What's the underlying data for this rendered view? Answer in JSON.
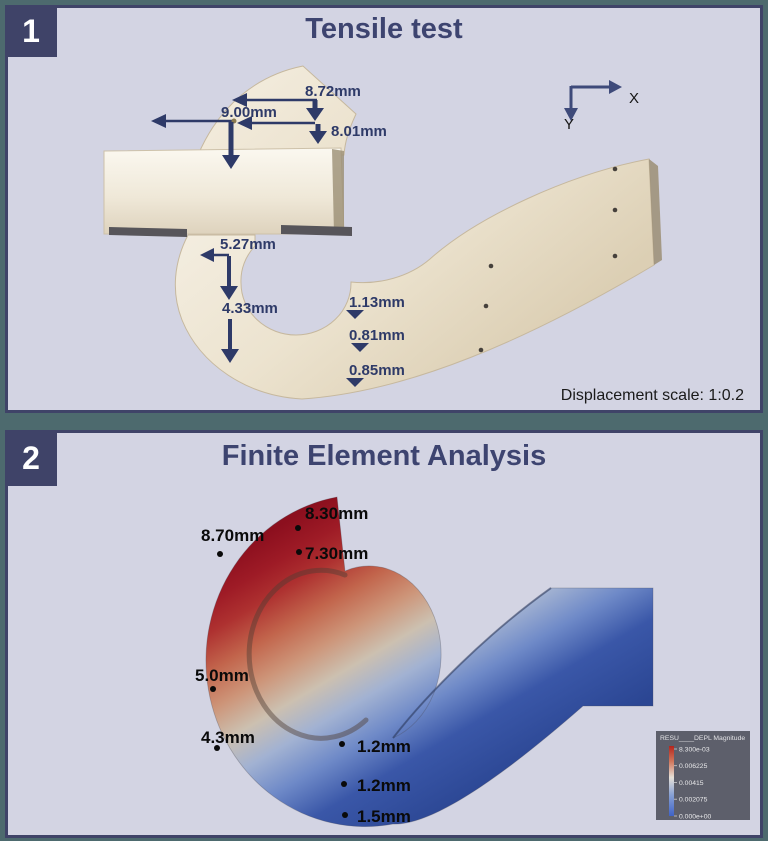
{
  "colors": {
    "page_bg": "#4d6a6e",
    "panel_bg": "#d3d4e3",
    "panel_border": "#3f4368",
    "badge_bg": "#3f4368",
    "title_text": "#3d4470",
    "annotation_navy": "#2e3a68",
    "annotation_black": "#0a0a0a",
    "specimen_cream": "#efe7d6",
    "fea_max_red": "#8c0f1e",
    "fea_min_blue": "#2b4693",
    "legend_bg": "#5d5f6b"
  },
  "panel1": {
    "badge": "1",
    "title": "Tensile test",
    "displacement_note": "Displacement scale: 1:0.2",
    "axis": {
      "x_label": "X",
      "y_label": "Y"
    },
    "measurements": [
      {
        "label": "8.72mm"
      },
      {
        "label": "9.00mm"
      },
      {
        "label": "8.01mm"
      },
      {
        "label": "5.27mm"
      },
      {
        "label": "4.33mm"
      },
      {
        "label": "1.13mm"
      },
      {
        "label": "0.81mm"
      },
      {
        "label": "0.85mm"
      }
    ]
  },
  "panel2": {
    "badge": "2",
    "title": "Finite Element Analysis",
    "measurements": [
      {
        "label": "8.30mm"
      },
      {
        "label": "8.70mm"
      },
      {
        "label": "7.30mm"
      },
      {
        "label": "5.0mm"
      },
      {
        "label": "4.3mm"
      },
      {
        "label": "1.2mm"
      },
      {
        "label": "1.2mm"
      },
      {
        "label": "1.5mm"
      }
    ],
    "legend": {
      "title": "RESU____DEPL Magnitude",
      "ticks": [
        "8.300e-03",
        "0.006225",
        "0.00415",
        "0.002075",
        "0.000e+00"
      ]
    }
  }
}
